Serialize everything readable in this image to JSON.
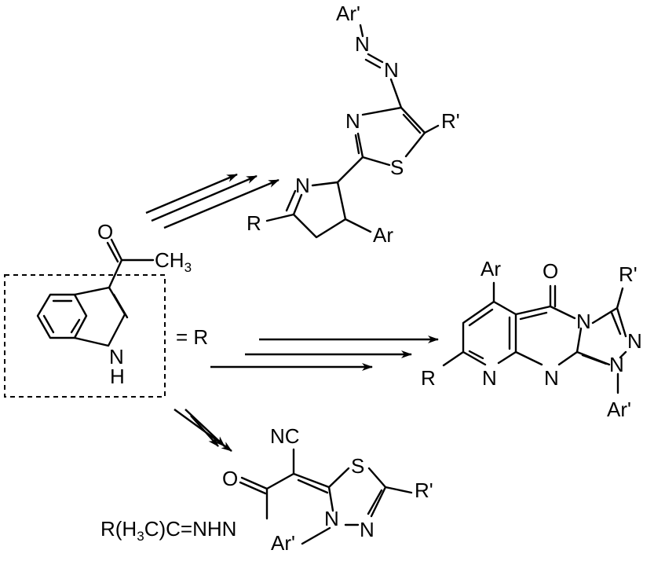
{
  "start": {
    "ch3": "CH",
    "ch3_sub": "3",
    "carbonyl_o": "O",
    "nh_n": "N",
    "nh_h": "H",
    "equals_r": "= R"
  },
  "thiazole_product": {
    "ar_prime": "Ar'",
    "azo_n1": "N",
    "azo_n2": "N",
    "ring_n": "N",
    "ring_s": "S",
    "r_prime": "R'",
    "pyrroline_n": "N",
    "r": "R",
    "ar": "Ar"
  },
  "fused_product": {
    "ar": "Ar",
    "o": "O",
    "r_prime": "R'",
    "r": "R",
    "n_pyridine": "N",
    "n_pyrimidine": "N",
    "n_bridge": "N",
    "n_triazole_a": "N",
    "n_triazole_b": "N",
    "ar_prime": "Ar'"
  },
  "thiadiazole_product": {
    "nc": "NC",
    "o": "O",
    "s": "S",
    "r_prime": "R'",
    "hydrazone": "R(H",
    "hydrazone_sub": "3",
    "hydrazone_rest": "C)C=NHN",
    "n_ring_a": "N",
    "n_ring_b": "N",
    "ar_prime": "Ar'"
  }
}
